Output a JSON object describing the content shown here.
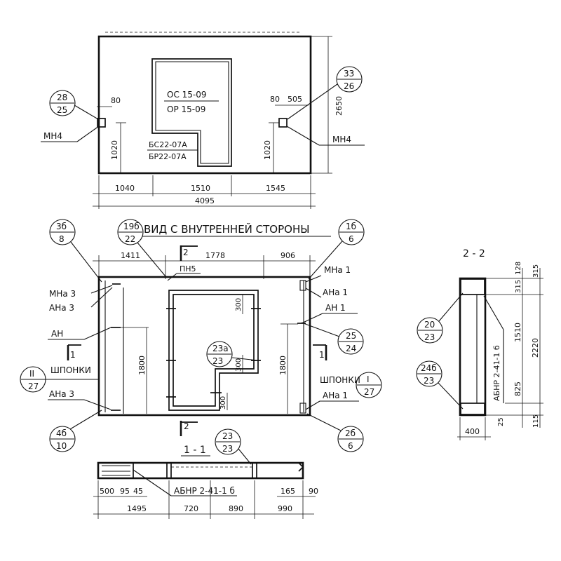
{
  "top_view": {
    "mark_top": "ОС 15-09",
    "mark_bottom": "ОР 15-09",
    "sub_mark_top": "БС22-07А",
    "sub_mark_bottom": "БР22-07А",
    "left_embed": "МН4",
    "right_embed": "МН4",
    "callout_left": {
      "num": "28",
      "sheet": "25"
    },
    "callout_right": {
      "num": "33",
      "sheet": "26"
    },
    "dim_80_left": "80",
    "dim_80_right": "80",
    "dim_505": "505",
    "dim_1020_left": "1020",
    "dim_1020_right": "1020",
    "dim_2650": "2650",
    "dims_bottom": [
      "1040",
      "1510",
      "1545"
    ],
    "dim_total": "4095"
  },
  "inner_view": {
    "title": "ВИД С ВНУТРЕННЕЙ СТОРОНЫ",
    "callout_tl": {
      "num": "3б",
      "sheet": "8"
    },
    "callout_top": {
      "num": "19б",
      "sheet": "22"
    },
    "callout_tr": {
      "num": "1б",
      "sheet": "6"
    },
    "callout_r": {
      "num": "25",
      "sheet": "24"
    },
    "callout_l": {
      "num": "II",
      "sheet": "27"
    },
    "callout_rs": {
      "num": "I",
      "sheet": "27"
    },
    "callout_center": {
      "num": "23а",
      "sheet": "23"
    },
    "callout_bl": {
      "num": "4б",
      "sheet": "10"
    },
    "callout_br": {
      "num": "2б",
      "sheet": "6"
    },
    "dims_top": [
      "1411",
      "1778",
      "906"
    ],
    "section_2_top": "2",
    "section_2_bottom": "2",
    "section_1_left": "1",
    "section_1_right": "1",
    "pn5": "ПН5",
    "left_labels": {
      "mna3_top": "МНа 3",
      "ana3_top": "АНа 3",
      "an": "АН",
      "shponki": "ШПОНКИ",
      "ana3_bot": "АНа 3"
    },
    "right_labels": {
      "mna1": "МНа 1",
      "ana1_top": "АНа 1",
      "an1": "АН 1",
      "shponki": "ШПОНКИ",
      "ana1_bot": "АНа 1"
    },
    "dim_1800_left": "1800",
    "dim_1800_right": "1800",
    "dim_300_top": "300",
    "dim_300_mid": "300",
    "dim_300_bot": "300"
  },
  "section_1_1": {
    "title": "1 - 1",
    "callout": {
      "num": "23",
      "sheet": "23"
    },
    "label": "АБНР 2-41-1 б",
    "dims_small": [
      "500",
      "95",
      "45",
      "165",
      "90"
    ],
    "dims_main": [
      "1495",
      "720",
      "890",
      "990"
    ]
  },
  "section_2_2": {
    "title": "2 - 2",
    "callout_top": {
      "num": "20",
      "sheet": "23"
    },
    "callout_bot": {
      "num": "24б",
      "sheet": "23"
    },
    "label": "АБНР 2-41-1 б",
    "dims_right": [
      "128",
      "315",
      "315",
      "1510",
      "2220",
      "825",
      "25",
      "115"
    ],
    "dim_width": "400"
  }
}
